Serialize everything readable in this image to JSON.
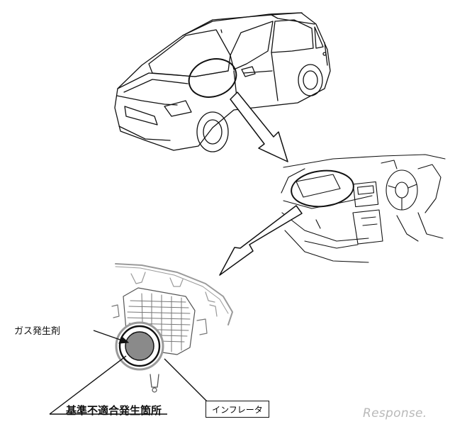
{
  "labels": {
    "gas_generant": "ガス発生剤",
    "nonconformity_location": "基準不適合発生箇所",
    "inflator": "インフレータ"
  },
  "watermark": {
    "text": "Response."
  },
  "colors": {
    "line": "#111111",
    "gas_generant_fill": "#8a8a8a",
    "watermark": "#b9b9b9"
  }
}
